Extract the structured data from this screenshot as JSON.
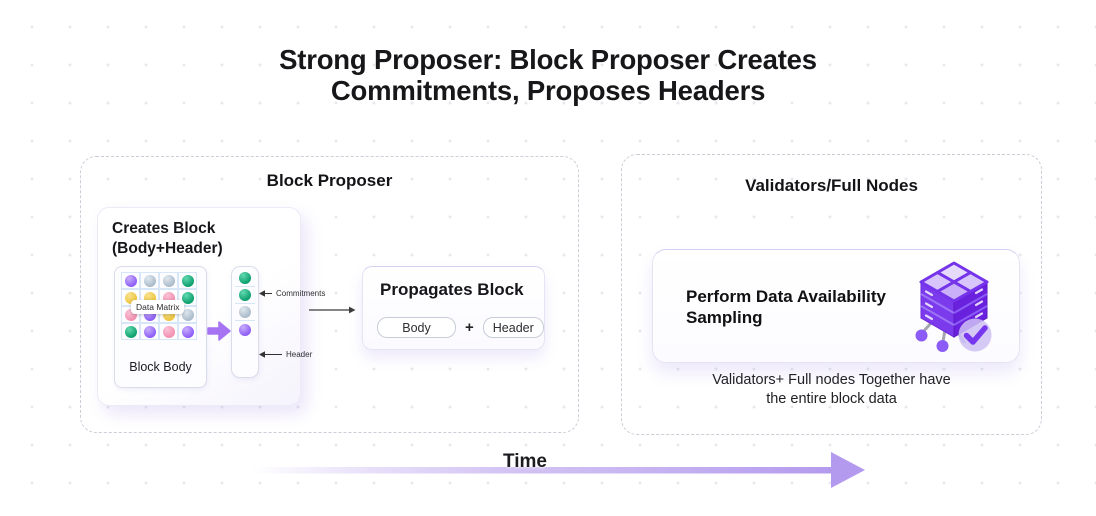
{
  "title": {
    "line1": "Strong Proposer: Block Proposer Creates",
    "line2": "Commitments, Proposes Headers"
  },
  "block_proposer": {
    "label": "Block Proposer",
    "creates_block": {
      "heading_line1": "Creates Block",
      "heading_line2": "(Body+Header)",
      "data_matrix_label": "Data Matrix",
      "block_body_label": "Block Body",
      "matrix_rows": [
        [
          "purple",
          "gray",
          "gray",
          "green"
        ],
        [
          "yellow",
          "yellow",
          "pink",
          "green"
        ],
        [
          "pink",
          "purple",
          "yellow",
          "gray"
        ],
        [
          "green",
          "purple",
          "pink",
          "purple"
        ]
      ],
      "commitment_column": [
        "green",
        "green",
        "gray",
        "purple"
      ],
      "commitments_label": "Commitments",
      "header_label": "Header"
    },
    "propagates_block": {
      "title": "Propagates Block",
      "body_pill": "Body",
      "plus_sign": "+",
      "header_pill": "Header"
    }
  },
  "validators": {
    "label": "Validators/Full Nodes",
    "card_line1": "Perform Data Availability",
    "card_line2": "Sampling",
    "icon": "data-cube-check-icon",
    "caption_line1": "Validators+ Full nodes Together have",
    "caption_line2": "the entire block data"
  },
  "timeline": {
    "label": "Time"
  },
  "colors": {
    "accent_purple": "#8b5cf6",
    "time_arrow_purple": "#b49aee",
    "dot_purple": "#8b5cf6",
    "dot_green": "#0da271",
    "dot_yellow": "#ecc43d",
    "dot_pink": "#f492b3",
    "dot_gray": "#b0bfcc"
  }
}
